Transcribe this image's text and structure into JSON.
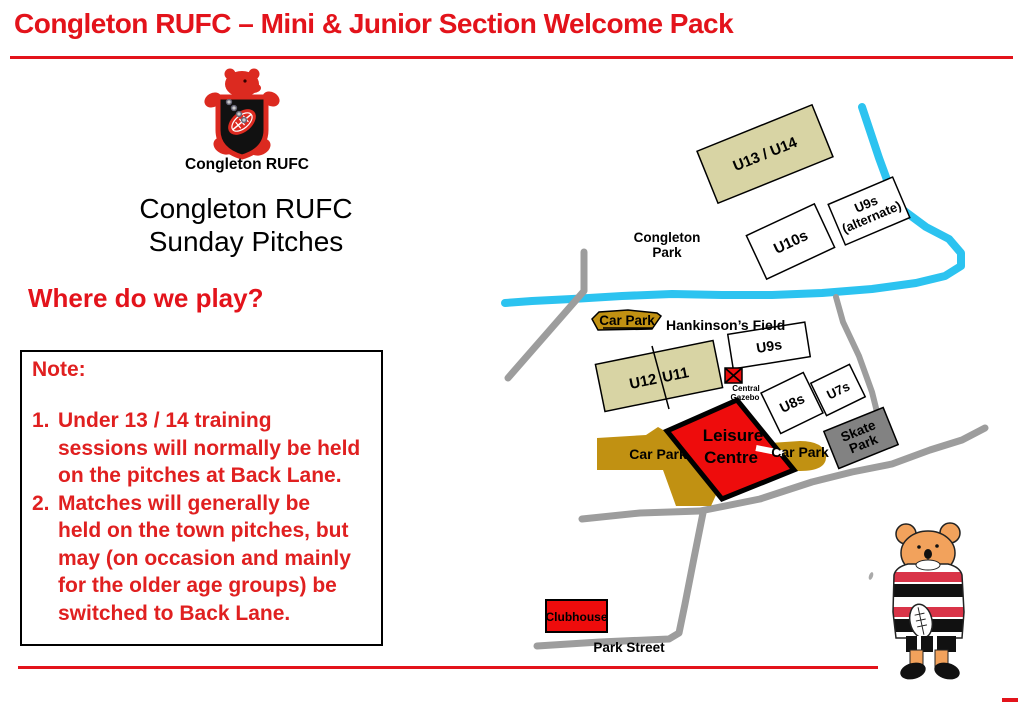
{
  "header": {
    "title": "Congleton RUFC – Mini & Junior Section Welcome Pack"
  },
  "crest": {
    "caption": "Congleton RUFC"
  },
  "heading": {
    "text": "Congleton RUFC\nSunday Pitches"
  },
  "question": {
    "text": "Where do we play?"
  },
  "note": {
    "title": "Note:",
    "items": [
      {
        "num": "1.",
        "text": "Under 13 / 14 training\nsessions will normally be held\non the pitches at Back Lane."
      },
      {
        "num": "2.",
        "text": "Matches will generally be\nheld on the town pitches, but\nmay (on occasion and mainly\nfor the older age groups) be\nswitched to Back Lane."
      }
    ]
  },
  "map": {
    "park_line1": "Congleton",
    "park_line2": "Park",
    "hankinsons_field": "Hankinson’s Field",
    "car_park_top": "Car Park",
    "car_park_left": "Car Park",
    "car_park_right": "Car Park",
    "pitch_u13_u14": "U13 / U14",
    "pitch_u10s": "U10s",
    "pitch_u9s_alt_line1": "U9s",
    "pitch_u9s_alt_line2": "(alternate)",
    "pitch_u9s": "U9s",
    "pitch_u12": "U12",
    "pitch_u11": "U11",
    "pitch_u8s": "U8s",
    "pitch_u7s": "U7s",
    "central_gazebo_line1": "Central",
    "central_gazebo_line2": "Gazebo",
    "leisure_centre_line1": "Leisure",
    "leisure_centre_line2": "Centre",
    "skate_park_line1": "Skate",
    "skate_park_line2": "Park",
    "clubhouse": "Clubhouse",
    "park_street": "Park Street"
  },
  "colors": {
    "accent_red": "#e3131b",
    "note_red": "#e02020",
    "crest_red": "#dc2a20",
    "building_red": "#ee0c0c",
    "pitch_tan": "#d8d4a4",
    "pitch_white": "#ffffff",
    "car_park_gold": "#c19112",
    "river_blue": "#2cc3f0",
    "road_gray": "#9d9d9d",
    "skate_gray": "#828282",
    "background": "#ffffff"
  }
}
